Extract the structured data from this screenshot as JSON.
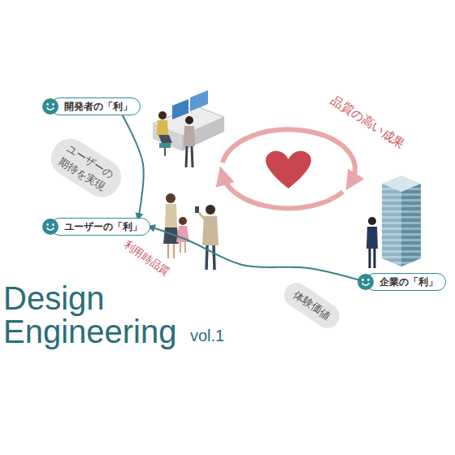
{
  "diagram": {
    "title": "Design Engineering",
    "nodes": [
      {
        "text": [
          "開発者の「利」"
        ]
      },
      {
        "text": [
          "ユーザーの期待を実現"
        ]
      },
      {
        "text": [
          "ユーザーの「利」"
        ]
      },
      {
        "text": [
          "企業の「利」"
        ]
      },
      {
        "text": [
          "体験価値"
        ]
      }
    ],
    "edges": [
      {
        "from": 0,
        "to": 2,
        "arrow": "to"
      },
      {
        "from": 3,
        "to": 2,
        "arrow": "to"
      }
    ],
    "labels": [
      "品質の高い成果",
      "利用時品質",
      "vol.1"
    ]
  }
}
